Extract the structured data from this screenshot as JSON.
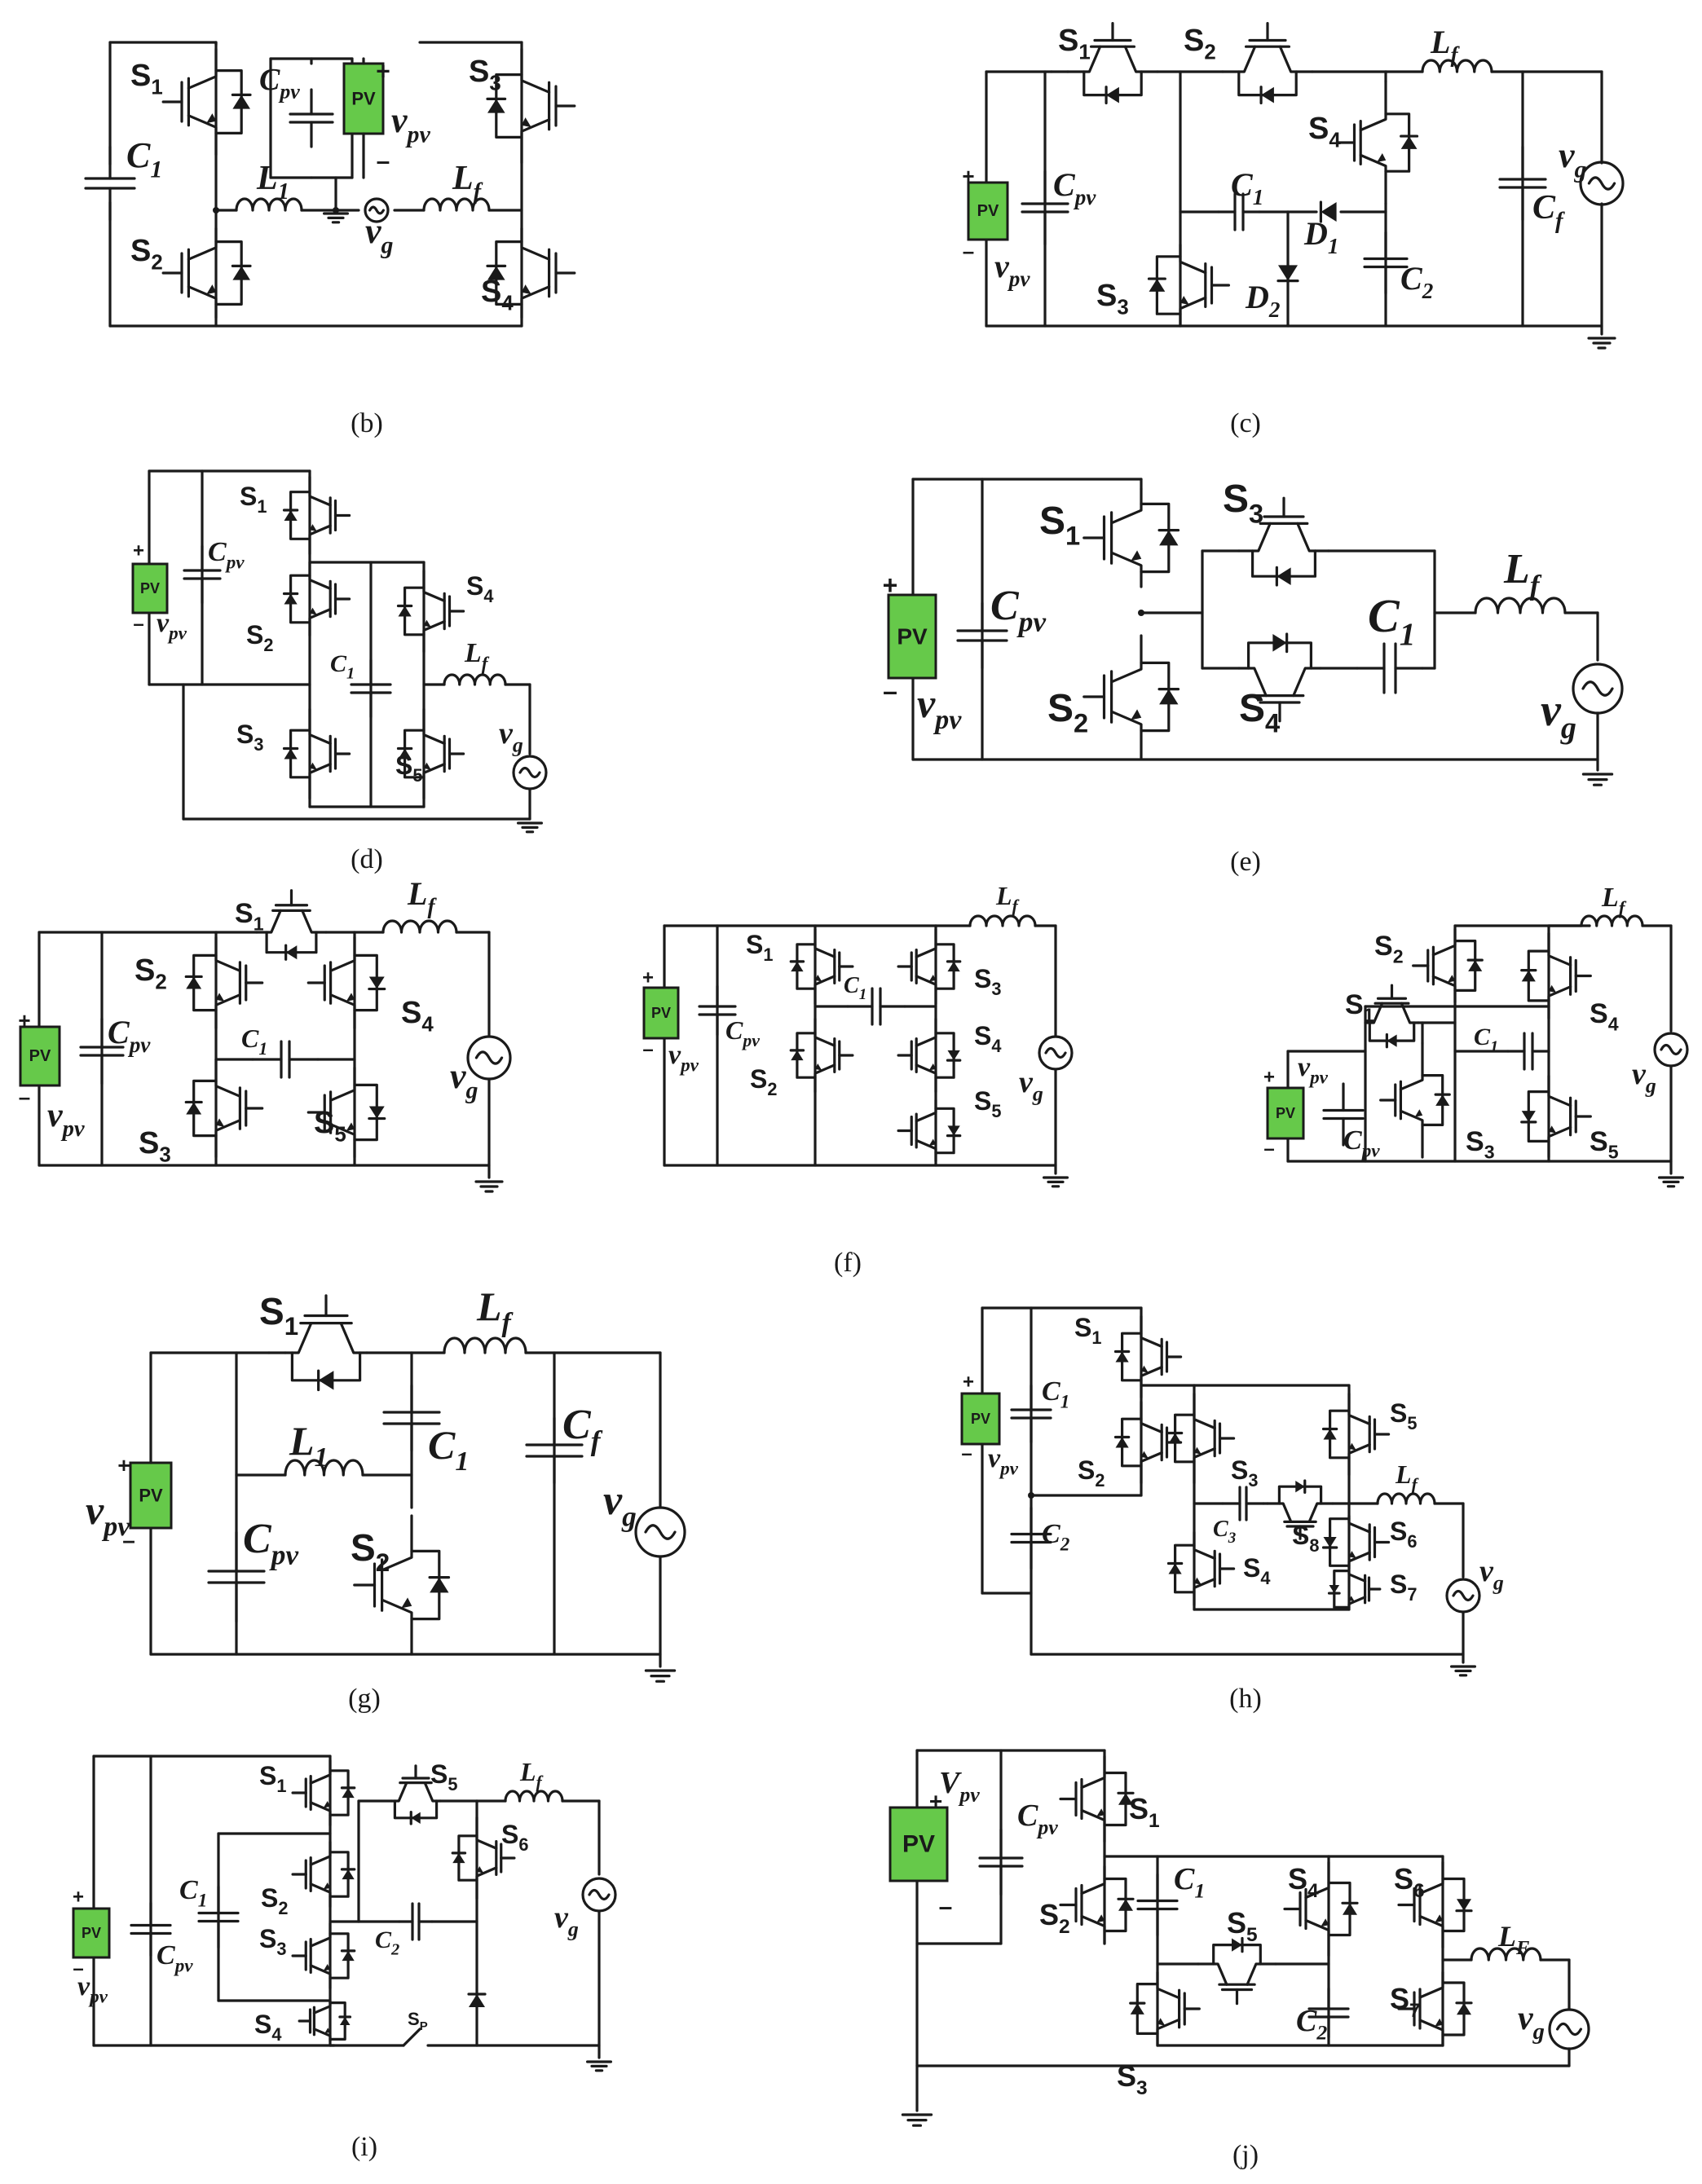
{
  "colors": {
    "pv_fill": "#66c94a",
    "ink": "#1a1a1a"
  },
  "captions": [
    "(b)",
    "(c)",
    "(d)",
    "(e)",
    "(f)",
    "(g)",
    "(h)",
    "(i)",
    "(j)"
  ],
  "pv_label": "PV",
  "labels": {
    "C1": [
      "C",
      "1"
    ],
    "C2": [
      "C",
      "2"
    ],
    "C3": [
      "C",
      "3"
    ],
    "Cpv": [
      "C",
      "pv"
    ],
    "Cf": [
      "C",
      "f"
    ],
    "L1": [
      "L",
      "1"
    ],
    "Lf": [
      "L",
      "f"
    ],
    "LF": [
      "L",
      "F"
    ],
    "D1": [
      "D",
      "1"
    ],
    "D2": [
      "D",
      "2"
    ],
    "vpv": [
      "v",
      "pv"
    ],
    "Vpv": [
      "V",
      "pv"
    ],
    "vg": [
      "v",
      "g"
    ],
    "S1": [
      "S",
      "1"
    ],
    "S2": [
      "S",
      "2"
    ],
    "S3": [
      "S",
      "3"
    ],
    "S4": [
      "S",
      "4"
    ],
    "S5": [
      "S",
      "5"
    ],
    "S6": [
      "S",
      "6"
    ],
    "S7": [
      "S",
      "7"
    ],
    "S8": [
      "S",
      "8"
    ],
    "Sp": [
      "S",
      "P"
    ]
  },
  "signs": {
    "plus": "+",
    "minus": "–"
  }
}
